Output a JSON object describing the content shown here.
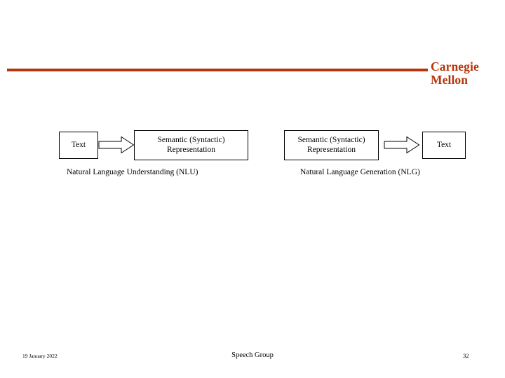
{
  "header": {
    "brand_line1": "Carnegie",
    "brand_line2": "Mellon",
    "rule_color": "#B5350A"
  },
  "diagram": {
    "nodes": [
      {
        "id": "text-input",
        "label": "Text"
      },
      {
        "id": "semantic-representation-left",
        "label": "Semantic (Syntactic) Representation"
      },
      {
        "id": "semantic-representation-right",
        "label": "Semantic (Syntactic) Representation"
      },
      {
        "id": "text-output",
        "label": "Text"
      }
    ],
    "arrows": [
      {
        "id": "arrow-nlu",
        "direction": "right"
      },
      {
        "id": "arrow-nlg",
        "direction": "right"
      }
    ],
    "captions": [
      {
        "id": "nlu",
        "label": "Natural Language Understanding (NLU)"
      },
      {
        "id": "nlg",
        "label": "Natural Language Generation (NLG)"
      }
    ]
  },
  "footer": {
    "date": "19 January 2022",
    "center": "Speech Group",
    "page_number": "32"
  }
}
